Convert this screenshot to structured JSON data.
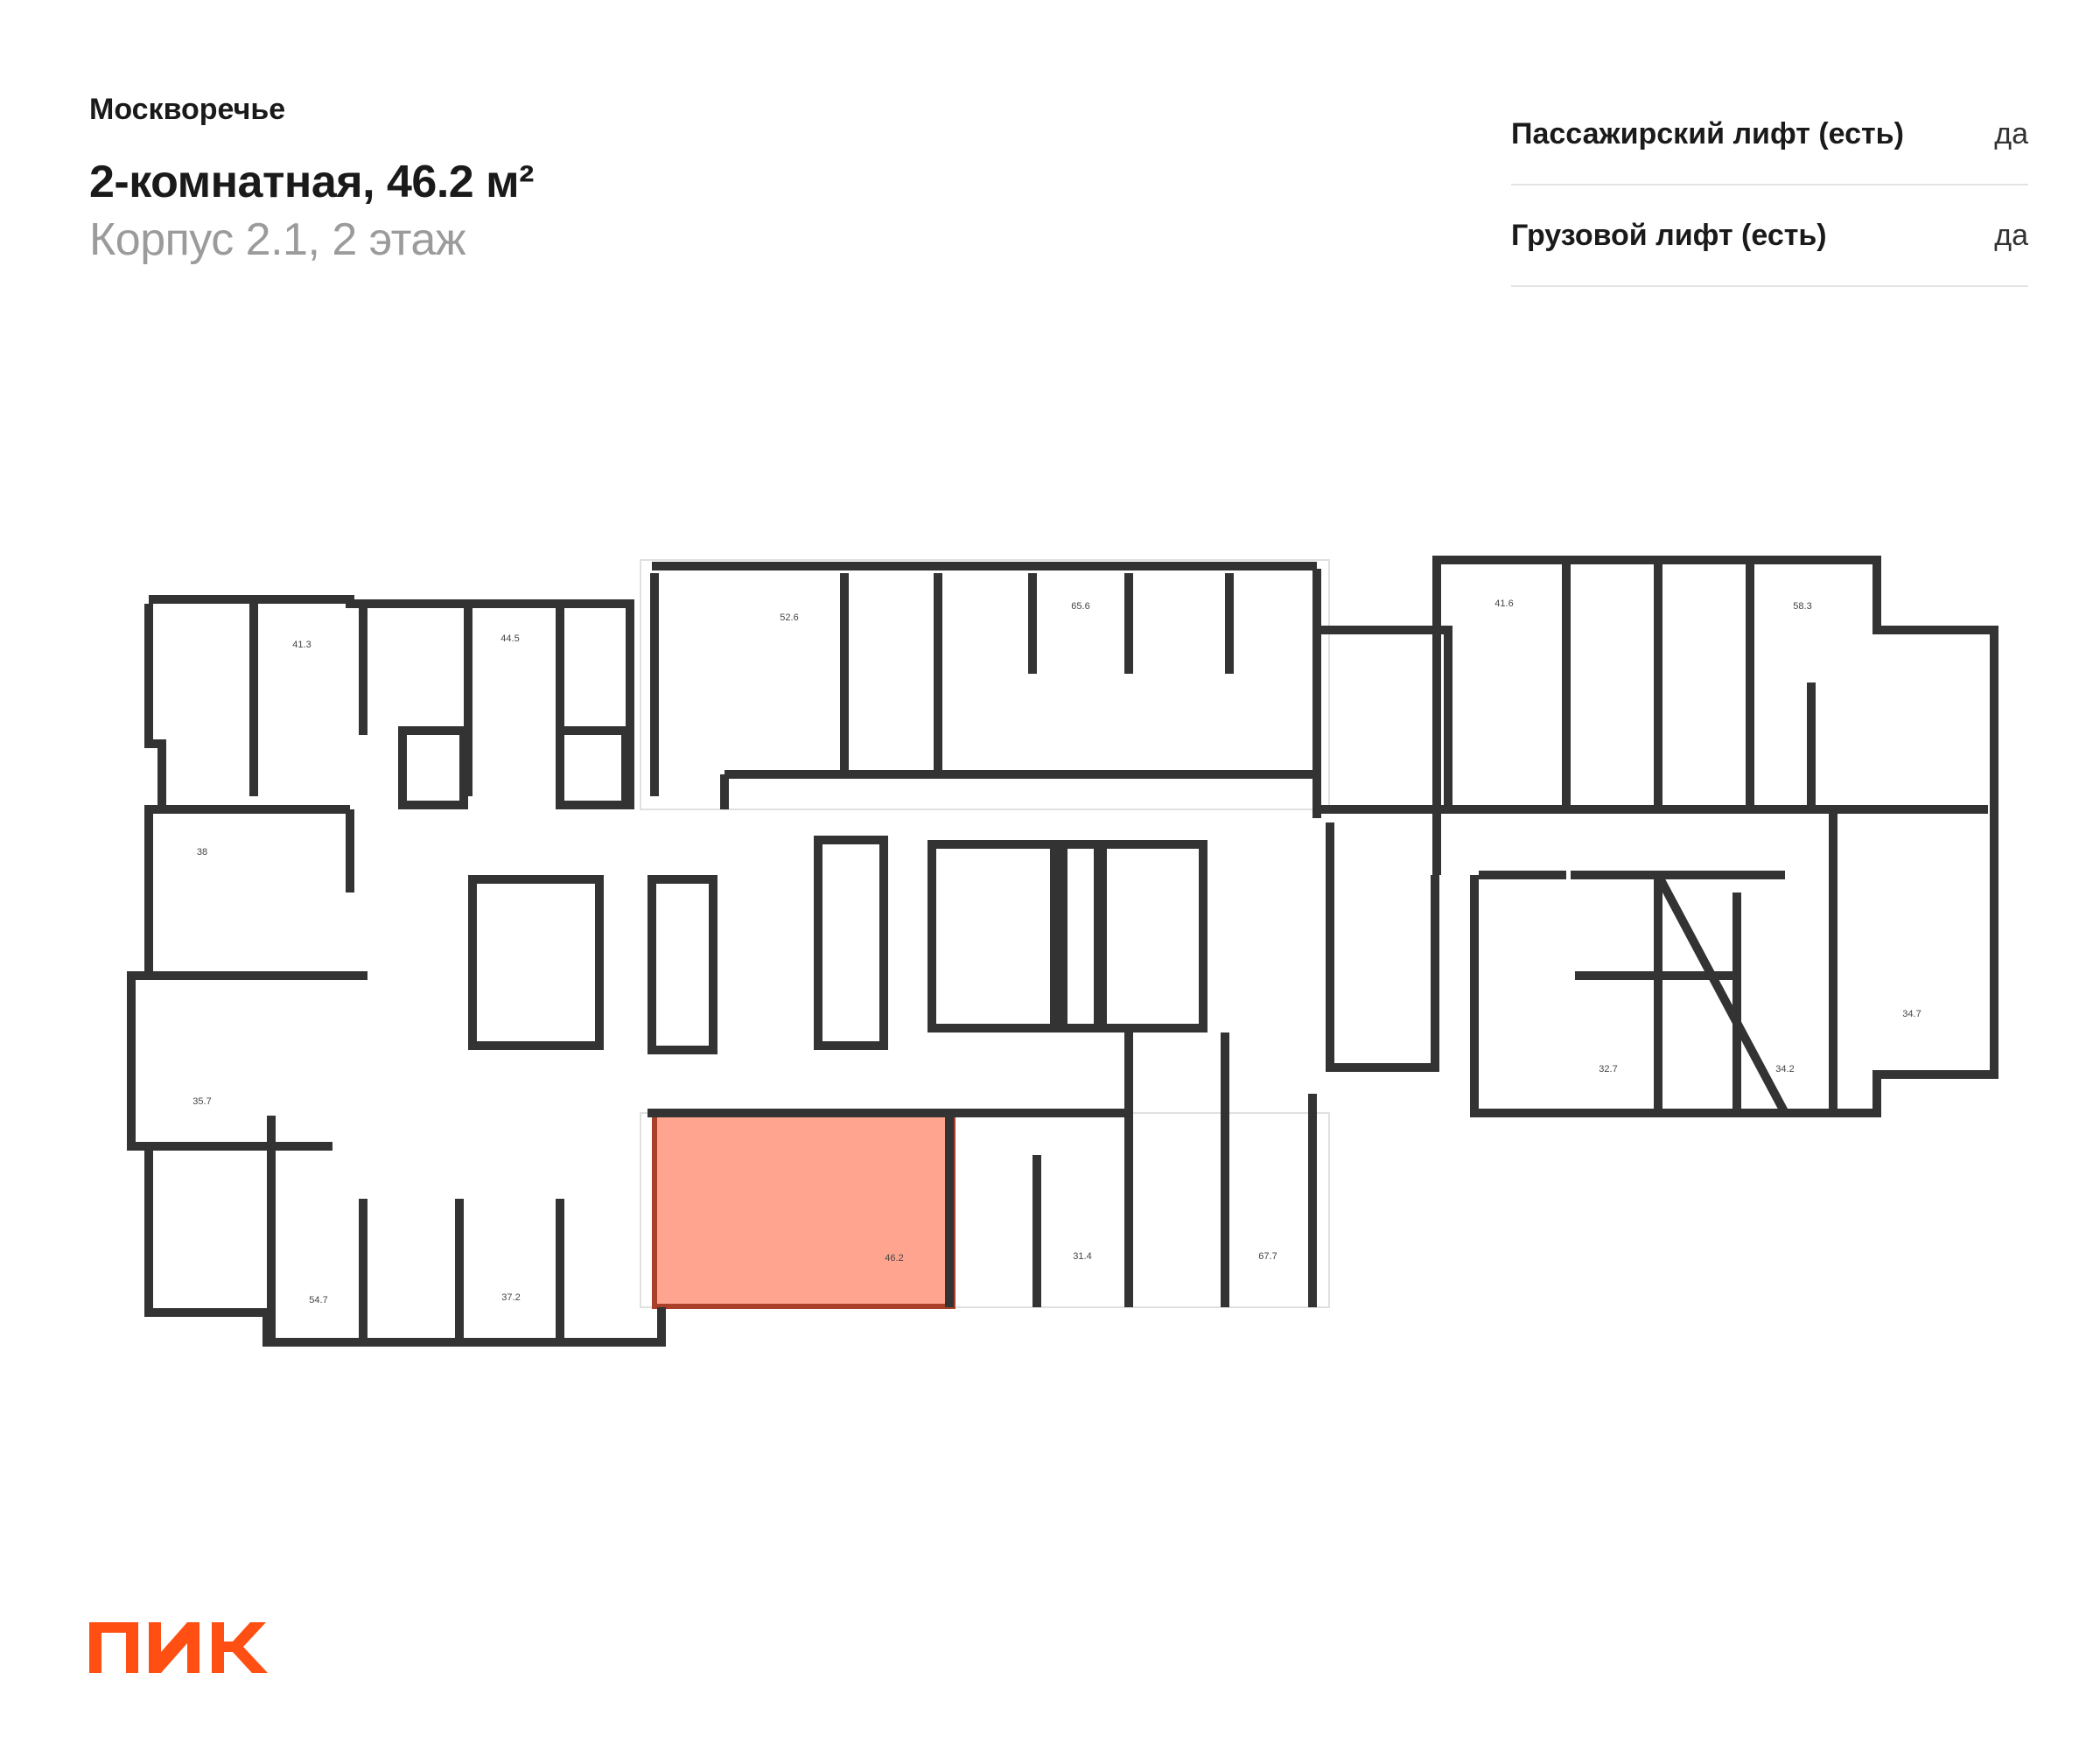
{
  "header": {
    "project": "Москворечье",
    "title": "2-комнатная, 46.2 м²",
    "subtitle": "Корпус 2.1, 2 этаж"
  },
  "features": [
    {
      "label": "Пассажирский лифт (есть)",
      "value": "да"
    },
    {
      "label": "Грузовой лифт (есть)",
      "value": "да"
    }
  ],
  "floorplan": {
    "highlight_color": "#ffa48e",
    "highlight_border": "#a8402a",
    "selected_apartment": "46.2",
    "apartments": [
      "41.3",
      "44.5",
      "52.6",
      "65.6",
      "41.6",
      "58.3",
      "38",
      "35.7",
      "54.7",
      "37.2",
      "46.2",
      "31.4",
      "67.7",
      "32.7",
      "34.2",
      "34.7"
    ]
  },
  "logo": {
    "text": "ПИК",
    "color": "#ff4f12"
  }
}
